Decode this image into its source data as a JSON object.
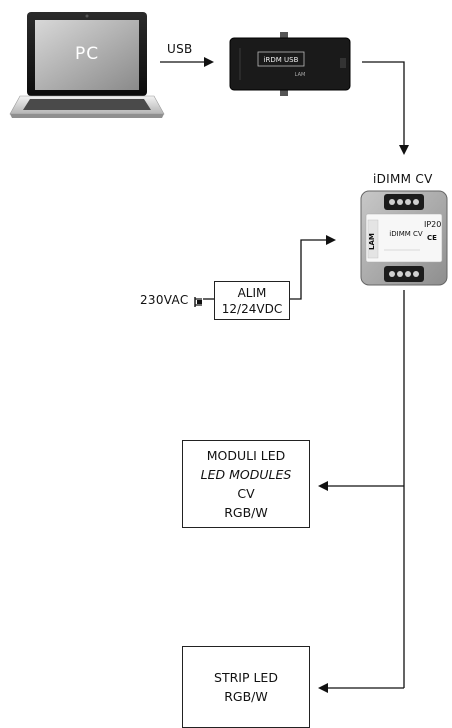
{
  "laptop": {
    "screen_text": "PC"
  },
  "usb_label": "USB",
  "usb_interface": {
    "front_label": "iRDM USB",
    "brand": "LAM"
  },
  "controller": {
    "title": "iDIMM CV",
    "front_label": "iDIMM CV",
    "ip_rating": "IP20",
    "ce_mark": "CE",
    "brand": "LAM"
  },
  "mains_label": "230VAC",
  "power_supply": {
    "line1": "ALIM",
    "line2": "12/24VDC"
  },
  "led_modules": {
    "line1": "MODULI LED",
    "line2": "LED MODULES",
    "line3": "CV",
    "line4": "RGB/W"
  },
  "strip_led": {
    "line1": "STRIP LED",
    "line2": "RGB/W"
  }
}
